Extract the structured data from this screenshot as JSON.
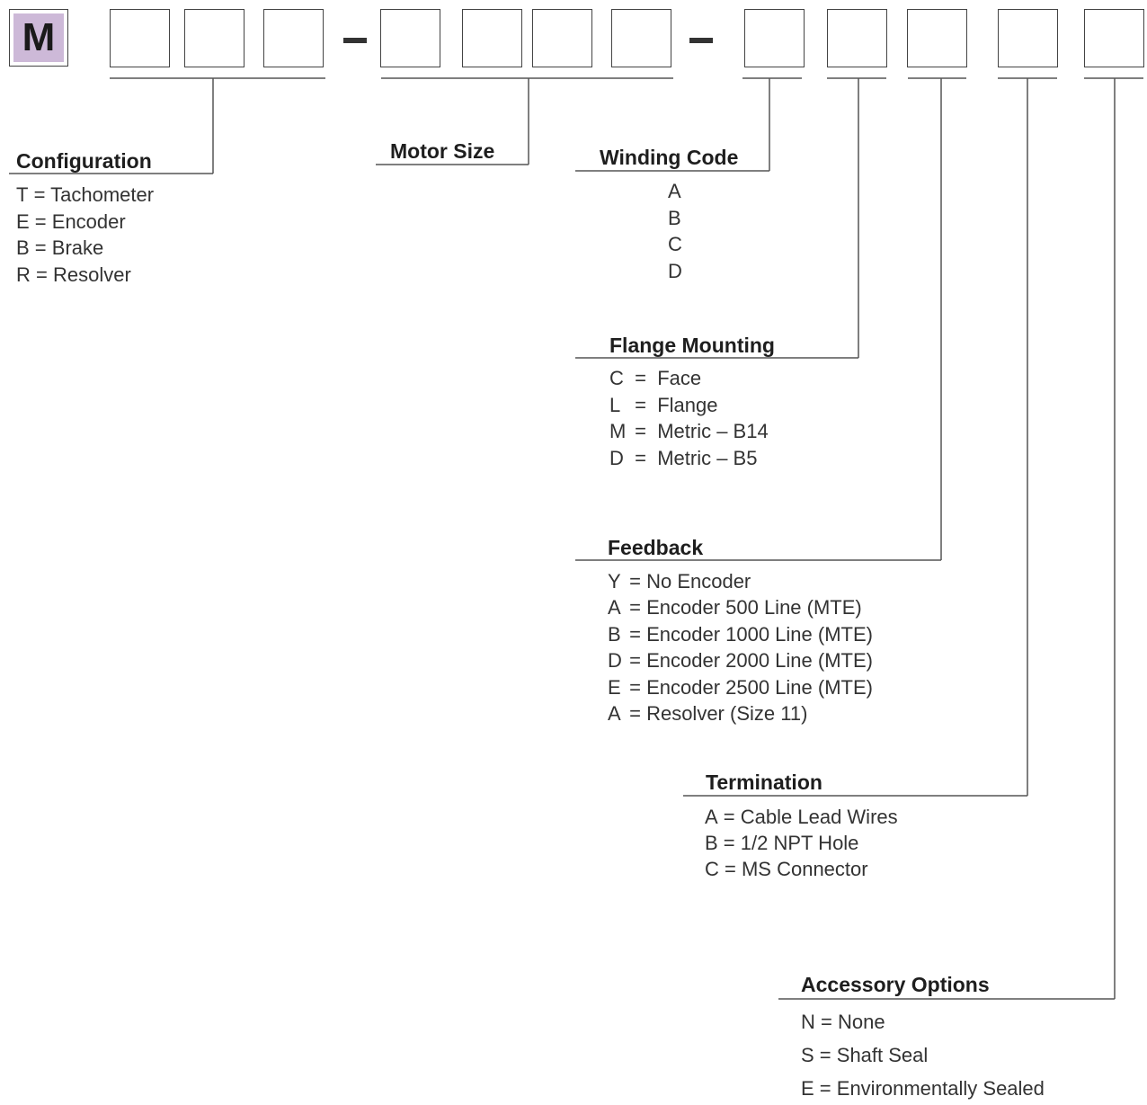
{
  "prefix": "M",
  "separator": "–",
  "configuration": {
    "title": "Configuration",
    "items": [
      {
        "code": "T",
        "label": "Tachometer"
      },
      {
        "code": "E",
        "label": "Encoder"
      },
      {
        "code": "B",
        "label": "Brake"
      },
      {
        "code": "R",
        "label": "Resolver"
      }
    ]
  },
  "motor_size": {
    "title": "Motor Size"
  },
  "winding_code": {
    "title": "Winding Code",
    "items": [
      "A",
      "B",
      "C",
      "D"
    ]
  },
  "flange_mounting": {
    "title": "Flange Mounting",
    "items": [
      {
        "code": "C",
        "label": "Face"
      },
      {
        "code": "L",
        "label": "Flange"
      },
      {
        "code": "M",
        "label": "Metric – B14"
      },
      {
        "code": "D",
        "label": "Metric – B5"
      }
    ]
  },
  "feedback": {
    "title": "Feedback",
    "items": [
      {
        "code": "Y",
        "label": "No Encoder"
      },
      {
        "code": "A",
        "label": "Encoder 500 Line (MTE)"
      },
      {
        "code": "B",
        "label": "Encoder 1000 Line (MTE)"
      },
      {
        "code": "D",
        "label": "Encoder 2000 Line (MTE)"
      },
      {
        "code": "E",
        "label": "Encoder 2500 Line (MTE)"
      },
      {
        "code": "A",
        "label": "Resolver (Size 11)"
      }
    ]
  },
  "termination": {
    "title": "Termination",
    "items": [
      {
        "code": "A",
        "label": "Cable Lead Wires"
      },
      {
        "code": "B",
        "label": "1/2 NPT Hole"
      },
      {
        "code": "C",
        "label": "MS Connector"
      }
    ]
  },
  "accessory_options": {
    "title": "Accessory Options",
    "items": [
      {
        "code": "N",
        "label": "None"
      },
      {
        "code": "S",
        "label": "Shaft Seal"
      },
      {
        "code": "E",
        "label": "Environmentally Sealed"
      }
    ]
  }
}
